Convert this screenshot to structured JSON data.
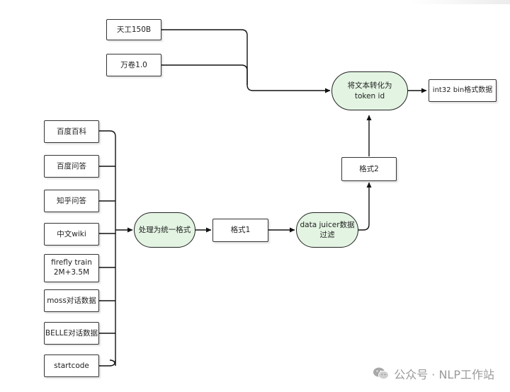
{
  "nodes": {
    "tiangong": "天工150B",
    "wanjuan": "万卷1.0",
    "token": "将文本转化为\ntoken id",
    "int32": "int32 bin格式数据",
    "baidu_baike": "百度百科",
    "baidu_wenda": "百度问答",
    "zhihu": "知乎问答",
    "wiki": "中文wiki",
    "firefly": "firefly train\n2M+3.5M",
    "moss": "moss对话数据",
    "belle": "BELLE对话数据",
    "startcode": "startcode",
    "unify": "处理为统一格式",
    "format1": "格式1",
    "juicer": "data juicer数据\n过滤",
    "format2": "格式2"
  },
  "footer": {
    "text": "公众号 · NLP工作站",
    "icon": "wechat-icon"
  }
}
